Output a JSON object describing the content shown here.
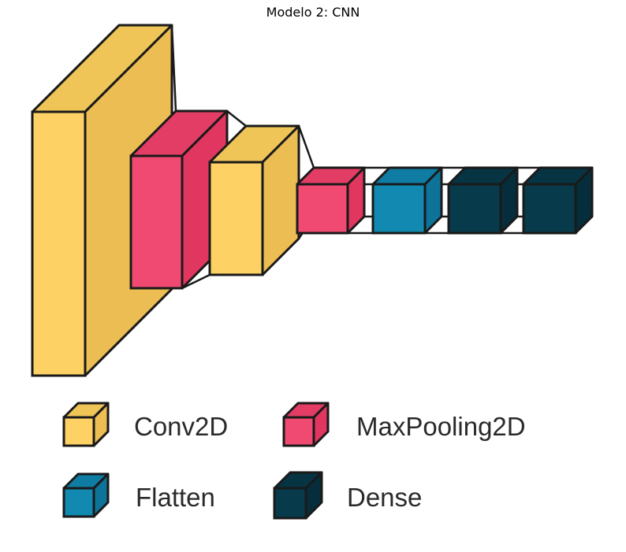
{
  "title": "Modelo 2: CNN",
  "colors": {
    "conv2d": [
      "#fdd164",
      "#ecbd52",
      "#efc558"
    ],
    "maxpooling2d": [
      "#f04a72",
      "#e0365f",
      "#e43d65"
    ],
    "flatten": [
      "#1189b0",
      "#0e7399",
      "#0f7ca3"
    ],
    "dense": [
      "#073b4c",
      "#052d3b",
      "#063443"
    ],
    "stroke": "#1a1a1a"
  },
  "layers": [
    {
      "type": "conv2d",
      "icon": "conv2d-block"
    },
    {
      "type": "maxpooling2d",
      "icon": "maxpooling2d-block"
    },
    {
      "type": "conv2d",
      "icon": "conv2d-block"
    },
    {
      "type": "maxpooling2d",
      "icon": "maxpooling2d-block"
    },
    {
      "type": "flatten",
      "icon": "flatten-block"
    },
    {
      "type": "dense",
      "icon": "dense-block"
    },
    {
      "type": "dense",
      "icon": "dense-block"
    }
  ],
  "legend": [
    {
      "type": "conv2d",
      "label": "Conv2D"
    },
    {
      "type": "maxpooling2d",
      "label": "MaxPooling2D"
    },
    {
      "type": "flatten",
      "label": "Flatten"
    },
    {
      "type": "dense",
      "label": "Dense"
    }
  ]
}
